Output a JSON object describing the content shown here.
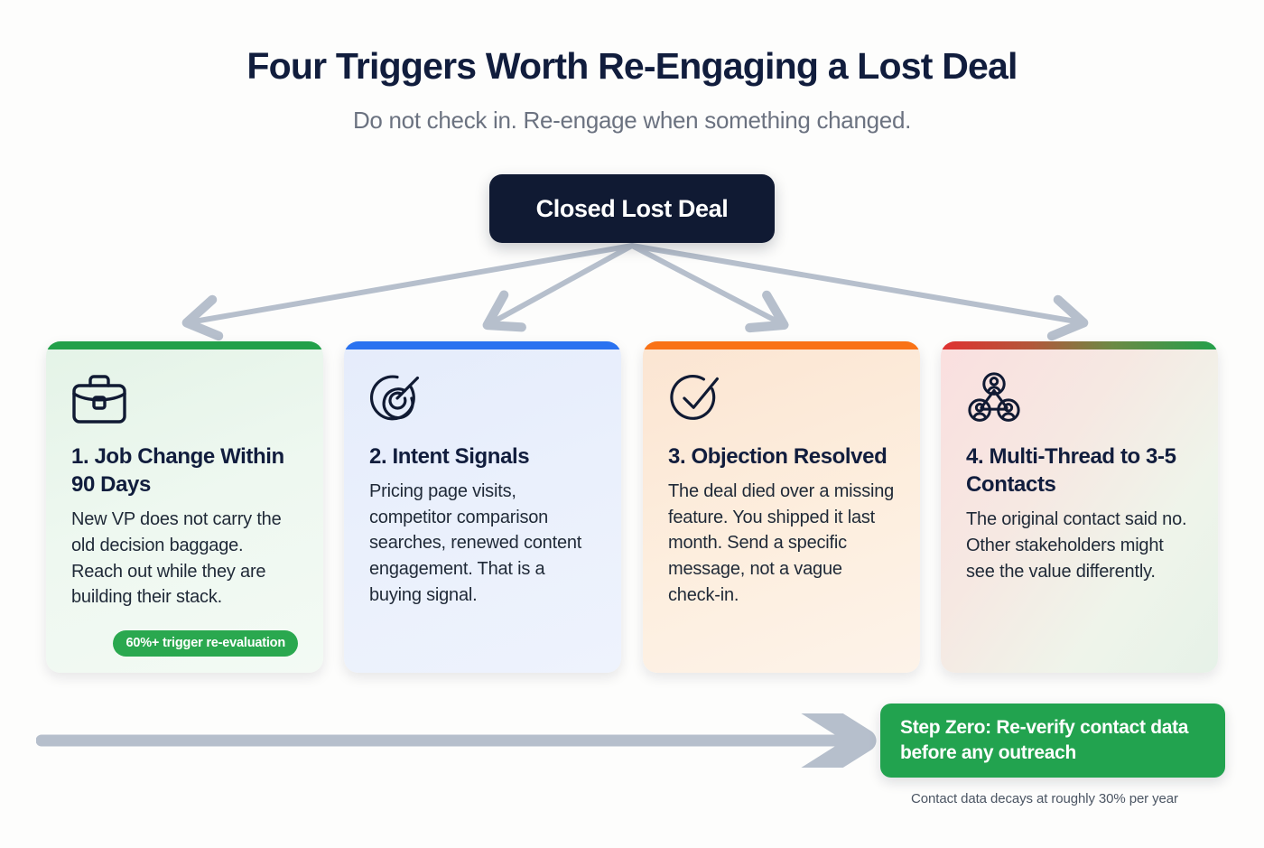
{
  "header": {
    "title": "Four Triggers Worth Re-Engaging a Lost Deal",
    "subtitle": "Do not check in. Re-engage when something changed."
  },
  "center_node": {
    "label": "Closed Lost Deal",
    "color": "#101a33"
  },
  "cards": [
    {
      "icon": "briefcase-icon",
      "title": "1. Job Change Within 90 Days",
      "description": "New VP does not carry the old decision baggage. Reach out while they are building their stack.",
      "badge": "60%+ trigger re-evaluation",
      "accent": "#22a04a"
    },
    {
      "icon": "target-arrow-icon",
      "title": "2. Intent Signals",
      "description": "Pricing page visits, competitor comparison searches, renewed content engagement. That is a buying signal.",
      "badge": null,
      "accent": "#2a72f0"
    },
    {
      "icon": "check-circle-icon",
      "title": "3. Objection Resolved",
      "description": "The deal died over a missing feature. You shipped it last month. Send a specific message, not a vague check-in.",
      "badge": null,
      "accent": "#f97216"
    },
    {
      "icon": "people-network-icon",
      "title": "4. Multi-Thread to 3-5 Contacts",
      "description": "The original contact said no. Other stakeholders might see the value differently.",
      "badge": null,
      "accent": "#e03131"
    }
  ],
  "footer": {
    "callout": "Step Zero: Re-verify contact data before any outreach",
    "callout_color": "#22a34f",
    "footnote": "Contact data decays at roughly 30% per year"
  }
}
